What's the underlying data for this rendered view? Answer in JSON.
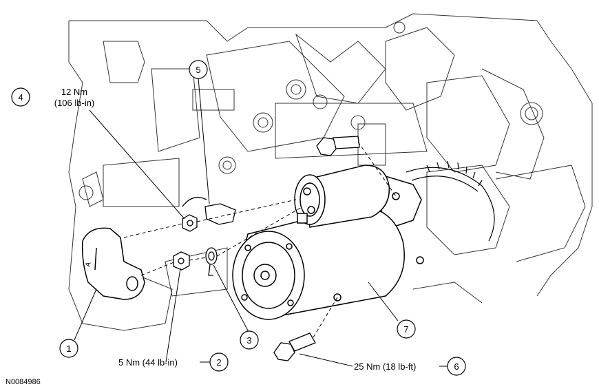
{
  "figure_id": "N0084986",
  "callouts": [
    {
      "number": "1"
    },
    {
      "number": "2",
      "spec": "5 Nm (44 lb-in)"
    },
    {
      "number": "3"
    },
    {
      "number": "4",
      "spec_line1": "12 Nm",
      "spec_line2": "(106 lb-in)"
    },
    {
      "number": "5"
    },
    {
      "number": "6",
      "spec": "25 Nm (18 lb-ft)"
    },
    {
      "number": "7"
    }
  ],
  "colors": {
    "line": "#000000",
    "background": "#ffffff",
    "engine_line": "#333333"
  }
}
